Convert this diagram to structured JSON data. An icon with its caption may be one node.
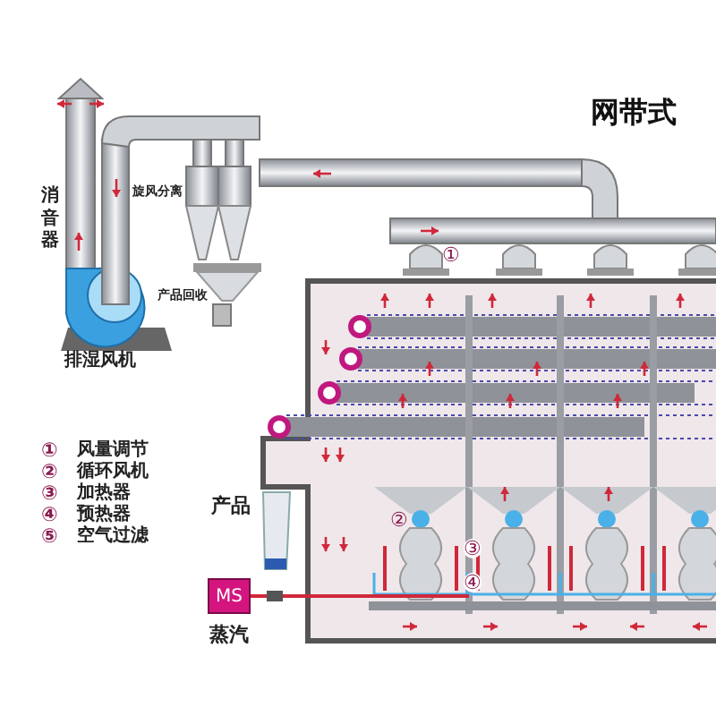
{
  "diagram": {
    "title": "网带式",
    "nodes": [
      {
        "text": [
          "MS"
        ],
        "beside": [
          "蒸汽"
        ]
      }
    ],
    "edges": [],
    "labels": [
      "消音器",
      "旋风分离",
      "产品回收",
      "排湿风机",
      "①",
      "②",
      "③",
      "④",
      "①",
      "风量调节",
      "②",
      "循环风机",
      "③",
      "加热器",
      "④",
      "预热器",
      "⑤",
      "空气过滤",
      "产品"
    ]
  }
}
